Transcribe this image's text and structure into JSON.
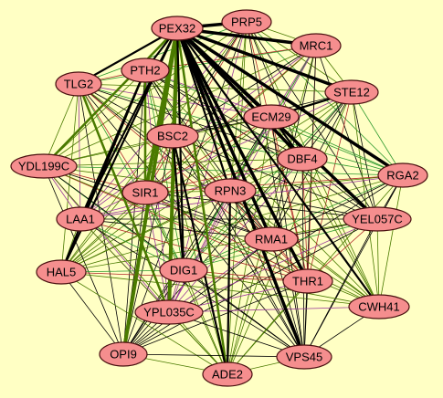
{
  "network": {
    "colors": {
      "background": "#ffffc4",
      "node_fill": "#f58e8e",
      "node_stroke": "#4a1010",
      "edge_black": "#000000",
      "edge_olive": "#4a7a00",
      "edge_green": "#2f9a2f",
      "edge_purple": "#9b3a9b",
      "edge_red": "#b02a2a"
    },
    "nodes": [
      {
        "id": "PEX32",
        "label": "PEX32"
      },
      {
        "id": "PRP5",
        "label": "PRP5"
      },
      {
        "id": "MRC1",
        "label": "MRC1"
      },
      {
        "id": "TLG2",
        "label": "TLG2"
      },
      {
        "id": "PTH2",
        "label": "PTH2"
      },
      {
        "id": "STE12",
        "label": "STE12"
      },
      {
        "id": "ECM29",
        "label": "ECM29"
      },
      {
        "id": "BSC2",
        "label": "BSC2"
      },
      {
        "id": "DBF4",
        "label": "DBF4"
      },
      {
        "id": "YDL199C",
        "label": "YDL199C"
      },
      {
        "id": "RGA2",
        "label": "RGA2"
      },
      {
        "id": "SIR1",
        "label": "SIR1"
      },
      {
        "id": "RPN3",
        "label": "RPN3"
      },
      {
        "id": "LAA1",
        "label": "LAA1"
      },
      {
        "id": "YEL057C",
        "label": "YEL057C"
      },
      {
        "id": "RMA1",
        "label": "RMA1"
      },
      {
        "id": "HAL5",
        "label": "HAL5"
      },
      {
        "id": "DIG1",
        "label": "DIG1"
      },
      {
        "id": "THR1",
        "label": "THR1"
      },
      {
        "id": "CWH41",
        "label": "CWH41"
      },
      {
        "id": "YPL035C",
        "label": "YPL035C"
      },
      {
        "id": "OPI9",
        "label": "OPI9"
      },
      {
        "id": "VPS45",
        "label": "VPS45"
      },
      {
        "id": "ADE2",
        "label": "ADE2"
      }
    ]
  }
}
